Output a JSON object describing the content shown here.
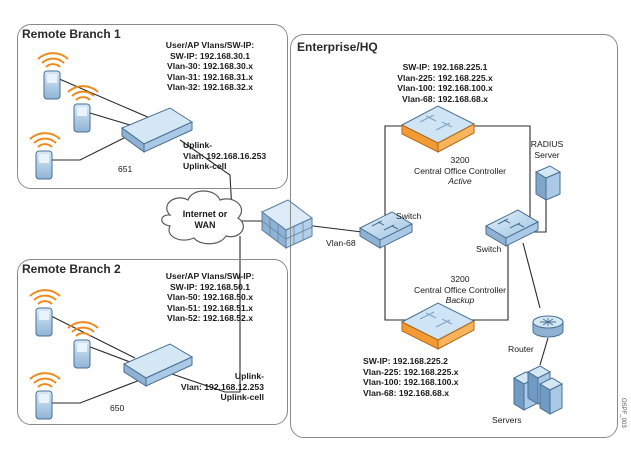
{
  "branch1": {
    "title": "Remote Branch 1",
    "vlans": [
      "User/AP Vlans/SW-IP:",
      "SW-IP: 192.168.30.1",
      "Vlan-30: 192.168.30.x",
      "Vlan-31: 192.168.31.x",
      "Vlan-32: 192.168.32.x"
    ],
    "device_label": "651",
    "uplink": [
      "Uplink-",
      "Vlan: 192.168.16.253",
      "Uplink-cell"
    ]
  },
  "branch2": {
    "title": "Remote Branch 2",
    "vlans": [
      "User/AP Vlans/SW-IP:",
      "SW-IP: 192.168.50.1",
      "Vlan-50: 192.168.50.x",
      "Vlan-51: 192.168.51.x",
      "Vlan-52: 192.168.52.x"
    ],
    "device_label": "650",
    "uplink": [
      "Uplink-",
      "Vlan: 192.168.12.253",
      "Uplink-cell"
    ]
  },
  "internet": [
    "Internet or",
    "WAN"
  ],
  "hq": {
    "title": "Enterprise/HQ",
    "active_info": [
      "SW-IP: 192.168.225.1",
      "Vlan-225: 192.168.225.x",
      "Vlan-100: 192.168.100.x",
      "Vlan-68: 192.168.68.x"
    ],
    "active_label": [
      "3200",
      "Central Office Controller",
      "Active"
    ],
    "backup_label": [
      "3200",
      "Central Office Controller",
      "Backup"
    ],
    "backup_info": [
      "SW-IP: 192.168.225.2",
      "Vlan-225: 192.168.225.x",
      "Vlan-100: 192.168.100.x",
      "Vlan-68: 192.168.68.x"
    ],
    "switch1": "Switch",
    "switch2": "Switch",
    "vlan68": "Vlan-68",
    "radius": [
      "RADIUS",
      "Server"
    ],
    "router": "Router",
    "servers": "Servers"
  },
  "figure_id": "OSPF_003",
  "colors": {
    "wifi": "#f08a1e",
    "controller_top": "#c8e2f4",
    "controller_base": "#f29a33",
    "device": "#a9c9e6",
    "zone_border": "#8a8a8a"
  }
}
